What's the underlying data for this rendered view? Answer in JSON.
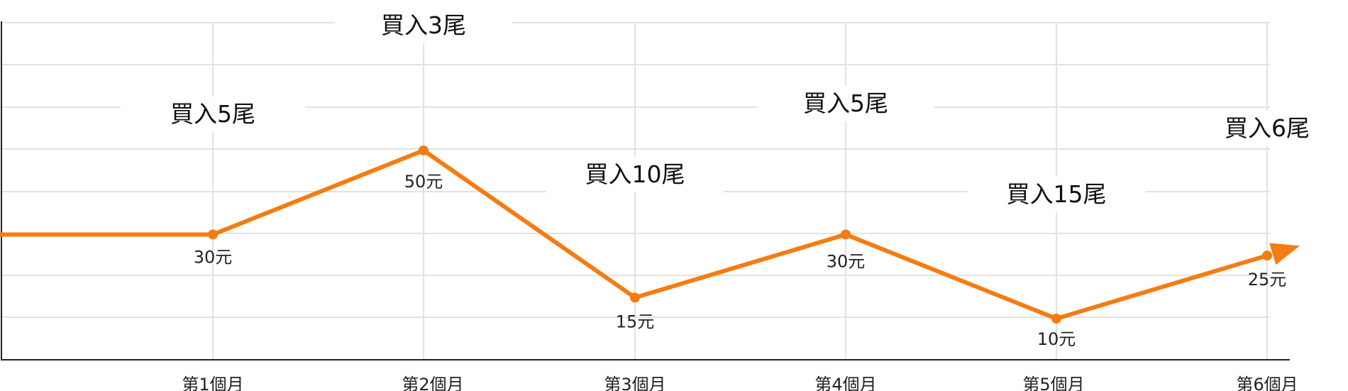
{
  "chart_data": {
    "type": "line",
    "categories": [
      "第1個月",
      "第2個月",
      "第3個月",
      "第4個月",
      "第5個月",
      "第6個月"
    ],
    "series": [
      {
        "values": [
          30,
          50,
          15,
          30,
          10,
          25
        ]
      }
    ],
    "point_labels": [
      "30元",
      "50元",
      "15元",
      "30元",
      "10元",
      "25元"
    ],
    "annotations": [
      "買入5尾",
      "買入3尾",
      "買入10尾",
      "買入5尾",
      "買入15尾",
      "買入6尾"
    ],
    "ylim": [
      0,
      70
    ],
    "grid": true,
    "line_color": "#f57c12"
  }
}
